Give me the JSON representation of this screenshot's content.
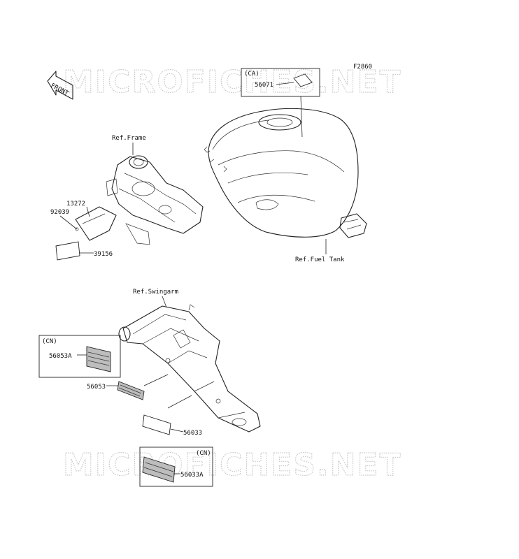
{
  "figure_code": "F2860",
  "watermark": "MICROFICHES.NET",
  "front_arrow": "FRONT",
  "refs": {
    "frame": "Ref.Frame",
    "fuel_tank": "Ref.Fuel Tank",
    "swingarm": "Ref.Swingarm"
  },
  "parts": {
    "p56071": "56071",
    "p13272": "13272",
    "p92039": "92039",
    "p39156": "39156",
    "p56053A": "56053A",
    "p56053": "56053",
    "p56033": "56033",
    "p56033A": "56033A"
  },
  "regions": {
    "ca": "(CA)",
    "cn1": "(CN)",
    "cn2": "(CN)"
  }
}
